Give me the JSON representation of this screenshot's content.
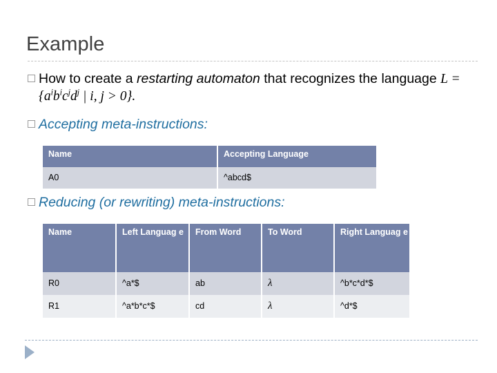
{
  "slide": {
    "title": "Example",
    "bullets": {
      "how": {
        "lead": "How to create a ",
        "emphasis": "restarting automaton",
        "mid": " that recognizes the language ",
        "formula_plain": "L = {a^i b^i c^j d^j | i, j > 0}.",
        "formula_parts": {
          "L": "L",
          "eq": " = ",
          "open": "{",
          "a": "a",
          "a_sup": "i",
          "b": "b",
          "b_sup": "i",
          "c": "c",
          "c_sup": "j",
          "d": "d",
          "d_sup": "j",
          "bar": " | ",
          "cond": "i, j > 0",
          "close": "}",
          "period": "."
        }
      },
      "accepting": "Accepting meta-instructions:",
      "reducing": "Reducing (or rewriting) meta-instructions:"
    }
  },
  "accepting_table": {
    "headers": [
      "Name",
      "Accepting Language"
    ],
    "rows": [
      [
        "A0",
        "^abcd$"
      ]
    ]
  },
  "reducing_table": {
    "headers": [
      "Name",
      "Left Languag e",
      "From Word",
      "To Word",
      "Right Languag e"
    ],
    "rows": [
      [
        "R0",
        "^a*$",
        "ab",
        "λ",
        "^b*c*d*$"
      ],
      [
        "R1",
        "^a*b*c*$",
        "cd",
        "λ",
        "^d*$"
      ]
    ]
  },
  "colors": {
    "table_header_bg": "#7381a8",
    "table_row_band_a": "#d2d5de",
    "table_row_band_b": "#eceef1",
    "accent_text": "#1f6ea0",
    "title_text": "#404040",
    "footer_arrow": "#9bb0c8"
  },
  "footer": {
    "arrow_icon": "play-triangle-icon"
  }
}
